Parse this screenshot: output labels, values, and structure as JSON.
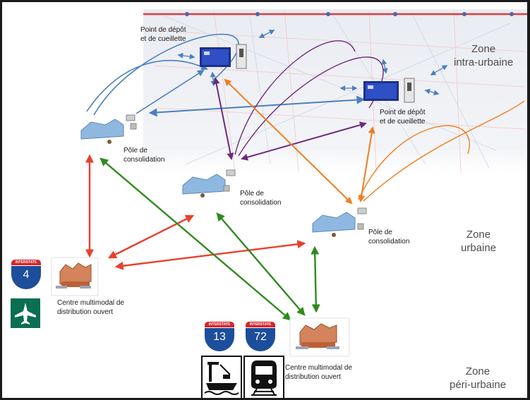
{
  "labels": {
    "depot_1": "Point de dépôt\net de cueillette",
    "depot_2": "Point de dépôt\net de cueillette",
    "pole_1": "Pôle de\nconsolidation",
    "pole_2": "Pôle de\nconsolidation",
    "pole_3": "Pôle de\nconsolidation",
    "centre_1": "Centre multimodal de\ndistribution ouvert",
    "centre_2": "Centre multimodal de\ndistribution ouvert"
  },
  "zones": {
    "intra": "Zone\nintra-urbaine",
    "urbaine": "Zone\nurbaine",
    "peri": "Zone\npéri-urbaine"
  },
  "shields": {
    "top_text": "INTERSTATE",
    "i4": "4",
    "i13": "13",
    "i72": "72"
  },
  "icons": [
    "airport-sign-icon",
    "port-sign-icon",
    "train-sign-icon",
    "interstate-shield-icon",
    "warehouse-icon",
    "distribution-center-icon",
    "pickup-locker-icon"
  ],
  "colors": {
    "red": "#e8412c",
    "green": "#2f8a1e",
    "blue": "#4a7fbf",
    "purple": "#6b2a7e",
    "orange": "#f07d1d",
    "shield_blue": "#1d4e9b",
    "shield_red": "#d8232a",
    "sign_green": "#0a6e52"
  }
}
